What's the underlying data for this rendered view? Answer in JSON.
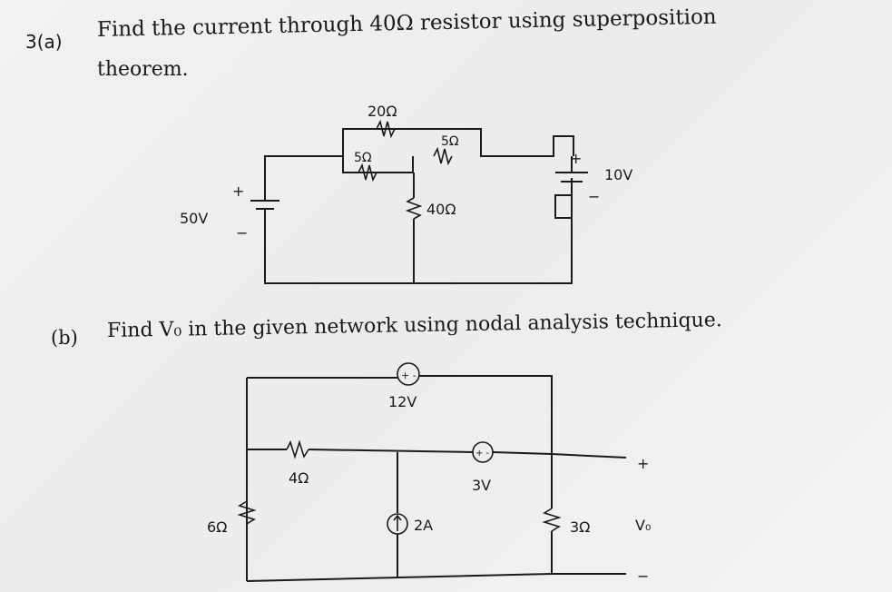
{
  "question_a": {
    "number": "3(a)",
    "text_line1": "Find the current through 40Ω resistor using superposition",
    "text_line2": "theorem."
  },
  "circuit_a": {
    "r_top": "20Ω",
    "r_left": "5Ω",
    "r_right": "5Ω",
    "r_mid": "40Ω",
    "v_left": "50V",
    "v_right": "10V",
    "plus": "+",
    "minus": "−"
  },
  "question_b": {
    "label": "(b)",
    "text": "Find V₀ in the given network using nodal analysis technique."
  },
  "circuit_b": {
    "v_top": "12V",
    "v_mid": "3V",
    "r_series": "4Ω",
    "r_left": "6Ω",
    "r_right": "3Ω",
    "i_src": "2A",
    "vo": "V₀",
    "src_sign": "+ -",
    "plus": "+",
    "minus": "−"
  }
}
